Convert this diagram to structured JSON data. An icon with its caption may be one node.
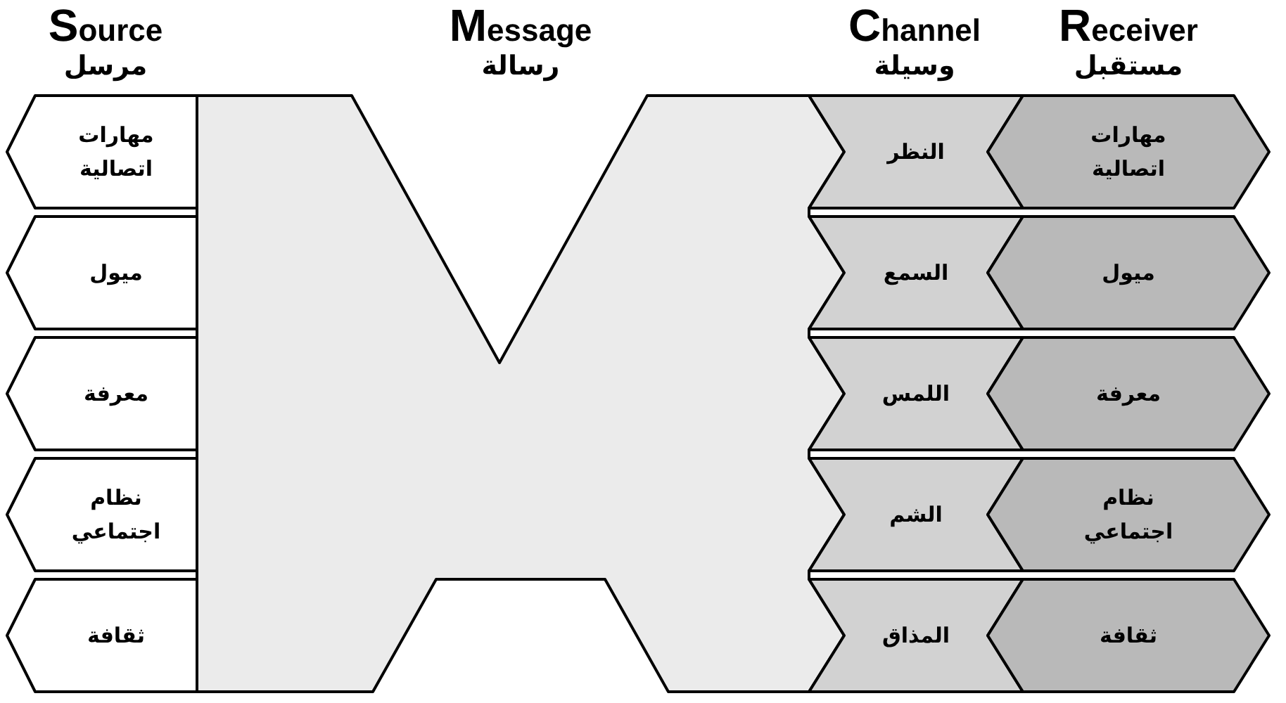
{
  "diagram": {
    "nodes": [
      {
        "text": [
          "مهارات اتصالية"
        ]
      },
      {
        "text": [
          "ميول"
        ]
      },
      {
        "text": [
          "معرفة"
        ]
      },
      {
        "text": [
          "نظام اجتماعي"
        ]
      },
      {
        "text": [
          "ثقافة"
        ]
      },
      {
        "text": [],
        "shape": "polygon"
      },
      {
        "text": [
          "النظر"
        ]
      },
      {
        "text": [
          "السمع"
        ]
      },
      {
        "text": [
          "اللمس"
        ]
      },
      {
        "text": [
          "الشم"
        ]
      },
      {
        "text": [
          "المذاق"
        ]
      },
      {
        "text": [
          "مهارات اتصالية"
        ]
      },
      {
        "text": [
          "ميول"
        ]
      },
      {
        "text": [
          "معرفة"
        ]
      },
      {
        "text": [
          "نظام اجتماعي"
        ]
      },
      {
        "text": [
          "ثقافة"
        ]
      }
    ],
    "edges": [],
    "labels": [
      "Source",
      "مرسل",
      "Message",
      "رسالة",
      "Channel",
      "وسيلة",
      "Receiver",
      "مستقبل"
    ]
  }
}
